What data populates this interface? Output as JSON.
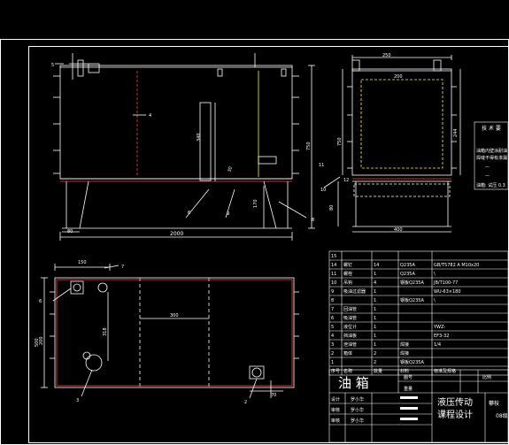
{
  "front_view": {
    "dim_width": "2000",
    "dim_height": "340",
    "dim_total_height": "750",
    "dim_base": "80",
    "dim_drain": "170",
    "dim_pipe": "30",
    "callouts": [
      "5",
      "4",
      "6",
      "9",
      "8",
      "11"
    ]
  },
  "side_view": {
    "dim_top": "250",
    "dim_inner": "200",
    "dim_height": "244",
    "dim_total": "750",
    "dim_base_left": "80",
    "dim_base_width": "400",
    "callouts": [
      "10",
      "12"
    ]
  },
  "top_view": {
    "dim_150": "150",
    "dim_300": "300",
    "dim_318": "318",
    "dim_200": "200",
    "dim_500": "500",
    "dim_70": "70",
    "callouts": [
      "7",
      "6",
      "3",
      "2"
    ]
  },
  "tech_notes": {
    "title": "技 术 要",
    "lines": [
      "油箱内壁涂耐油",
      "焊缝不得有渗漏",
      "—",
      "—",
      "油箱: 试压 0.3"
    ]
  },
  "parts_table": {
    "rows": [
      {
        "no": "15",
        "name": "",
        "qty": "",
        "mat": "",
        "std": ""
      },
      {
        "no": "14",
        "name": "螺钉",
        "qty": "14",
        "mat": "Q235A",
        "std": "GB/T5782 A M10x20"
      },
      {
        "no": "11",
        "name": "螺栓",
        "qty": "1",
        "mat": "Q235A",
        "std": "\\"
      },
      {
        "no": "10",
        "name": "吊钩",
        "qty": "4",
        "mat": "钢板Q235A",
        "std": "JB/T100-77"
      },
      {
        "no": "9",
        "name": "吸油过滤器",
        "qty": "1",
        "mat": "",
        "std": "WU-63×180"
      },
      {
        "no": "8",
        "name": "",
        "qty": "1",
        "mat": "钢板Q235A",
        "std": "\\"
      },
      {
        "no": "7",
        "name": "回油管",
        "qty": "1",
        "mat": "",
        "std": ""
      },
      {
        "no": "6",
        "name": "吸油管",
        "qty": "1",
        "mat": "",
        "std": ""
      },
      {
        "no": "5",
        "name": "液位计",
        "qty": "1",
        "mat": "",
        "std": "YWZ-"
      },
      {
        "no": "4",
        "name": "挡油板",
        "qty": "1",
        "mat": "",
        "std": "EF3-32"
      },
      {
        "no": "3",
        "name": "泄油管",
        "qty": "1",
        "mat": "焊接",
        "std": "1/4"
      },
      {
        "no": "2",
        "name": "箱体",
        "qty": "2",
        "mat": "焊接",
        "std": ""
      },
      {
        "no": "1",
        "name": "",
        "qty": "2",
        "mat": "钢板Q235A",
        "std": ""
      }
    ],
    "header": {
      "no": "序号",
      "name": "名称",
      "qty": "数量",
      "mat": "材料",
      "std": "标准及规格"
    }
  },
  "title_block": {
    "drawing_title": "油  箱",
    "field_drawing_no": "图号",
    "field_scale": "比例",
    "field_weight": "重量",
    "design_label": "设计",
    "design_name": "罗小华",
    "check_label": "审核",
    "check_name": "罗小华",
    "approve_label": "审核",
    "approve_name": "罗小华",
    "course_line1": "液压传动",
    "course_line2": "课程设计",
    "school": "攀枝",
    "class": "08级"
  }
}
